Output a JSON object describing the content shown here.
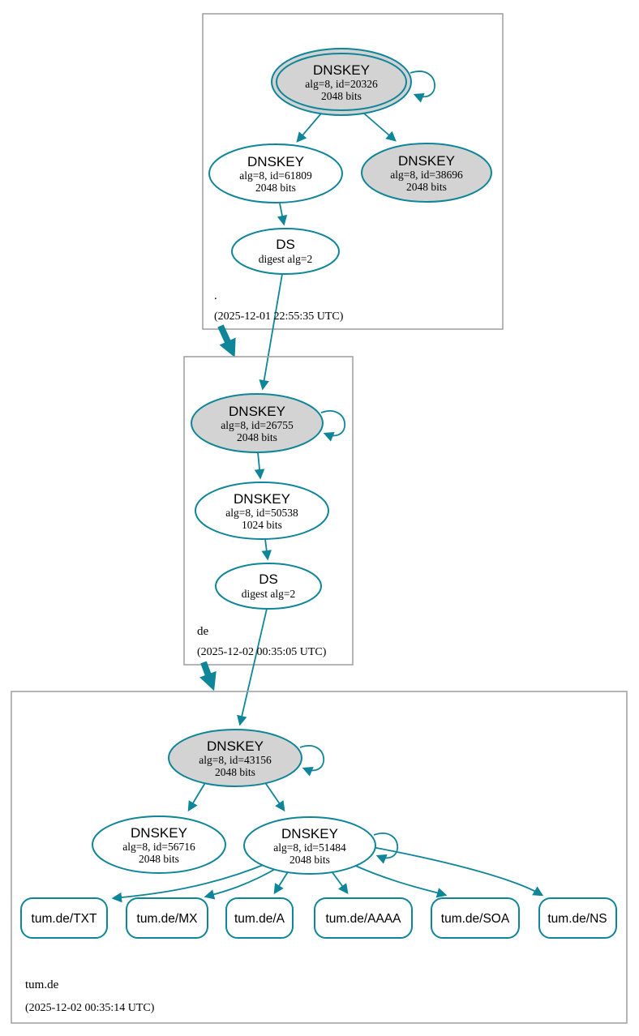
{
  "colors": {
    "accent_teal": "#0e8599",
    "ksk_fill": "#d3d3d3",
    "node_fill": "#ffffff",
    "zone_border": "#a3a3a3",
    "text": "#000000",
    "background": "#ffffff"
  },
  "zones": [
    {
      "label": ".",
      "timestamp": "(2025-12-01 22:55:35 UTC)",
      "nodes": [
        {
          "title": "DNSKEY",
          "detail1": "alg=8, id=20326",
          "detail2": "2048 bits"
        },
        {
          "title": "DNSKEY",
          "detail1": "alg=8, id=61809",
          "detail2": "2048 bits"
        },
        {
          "title": "DNSKEY",
          "detail1": "alg=8, id=38696",
          "detail2": "2048 bits"
        },
        {
          "title": "DS",
          "detail1": "digest alg=2"
        }
      ]
    },
    {
      "label": "de",
      "timestamp": "(2025-12-02 00:35:05 UTC)",
      "nodes": [
        {
          "title": "DNSKEY",
          "detail1": "alg=8, id=26755",
          "detail2": "2048 bits"
        },
        {
          "title": "DNSKEY",
          "detail1": "alg=8, id=50538",
          "detail2": "1024 bits"
        },
        {
          "title": "DS",
          "detail1": "digest alg=2"
        }
      ]
    },
    {
      "label": "tum.de",
      "timestamp": "(2025-12-02 00:35:14 UTC)",
      "nodes": [
        {
          "title": "DNSKEY",
          "detail1": "alg=8, id=43156",
          "detail2": "2048 bits"
        },
        {
          "title": "DNSKEY",
          "detail1": "alg=8, id=56716",
          "detail2": "2048 bits"
        },
        {
          "title": "DNSKEY",
          "detail1": "alg=8, id=51484",
          "detail2": "2048 bits"
        }
      ],
      "rrsets": [
        {
          "label": "tum.de/TXT"
        },
        {
          "label": "tum.de/MX"
        },
        {
          "label": "tum.de/A"
        },
        {
          "label": "tum.de/AAAA"
        },
        {
          "label": "tum.de/SOA"
        },
        {
          "label": "tum.de/NS"
        }
      ]
    }
  ]
}
